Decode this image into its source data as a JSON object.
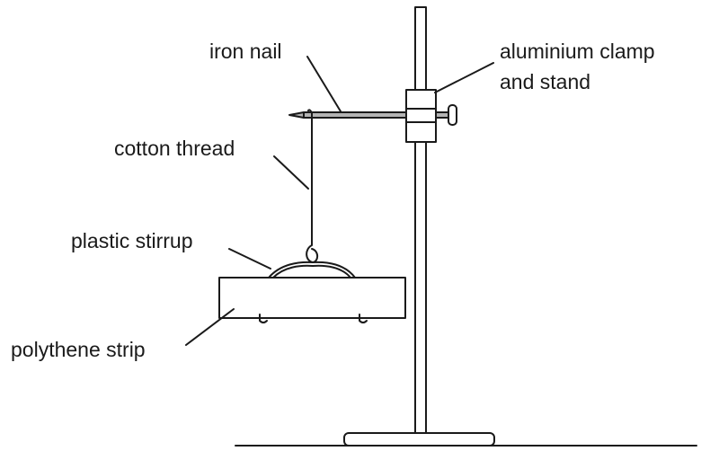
{
  "labels": {
    "iron_nail": "iron nail",
    "clamp_line1": "aluminium clamp",
    "clamp_line2": "and stand",
    "cotton_thread": "cotton thread",
    "plastic_stirrup": "plastic stirrup",
    "polythene_strip": "polythene strip"
  },
  "colors": {
    "ink": "#1a1a1a",
    "nail_fill": "#b4b4b4",
    "background": "#ffffff"
  }
}
